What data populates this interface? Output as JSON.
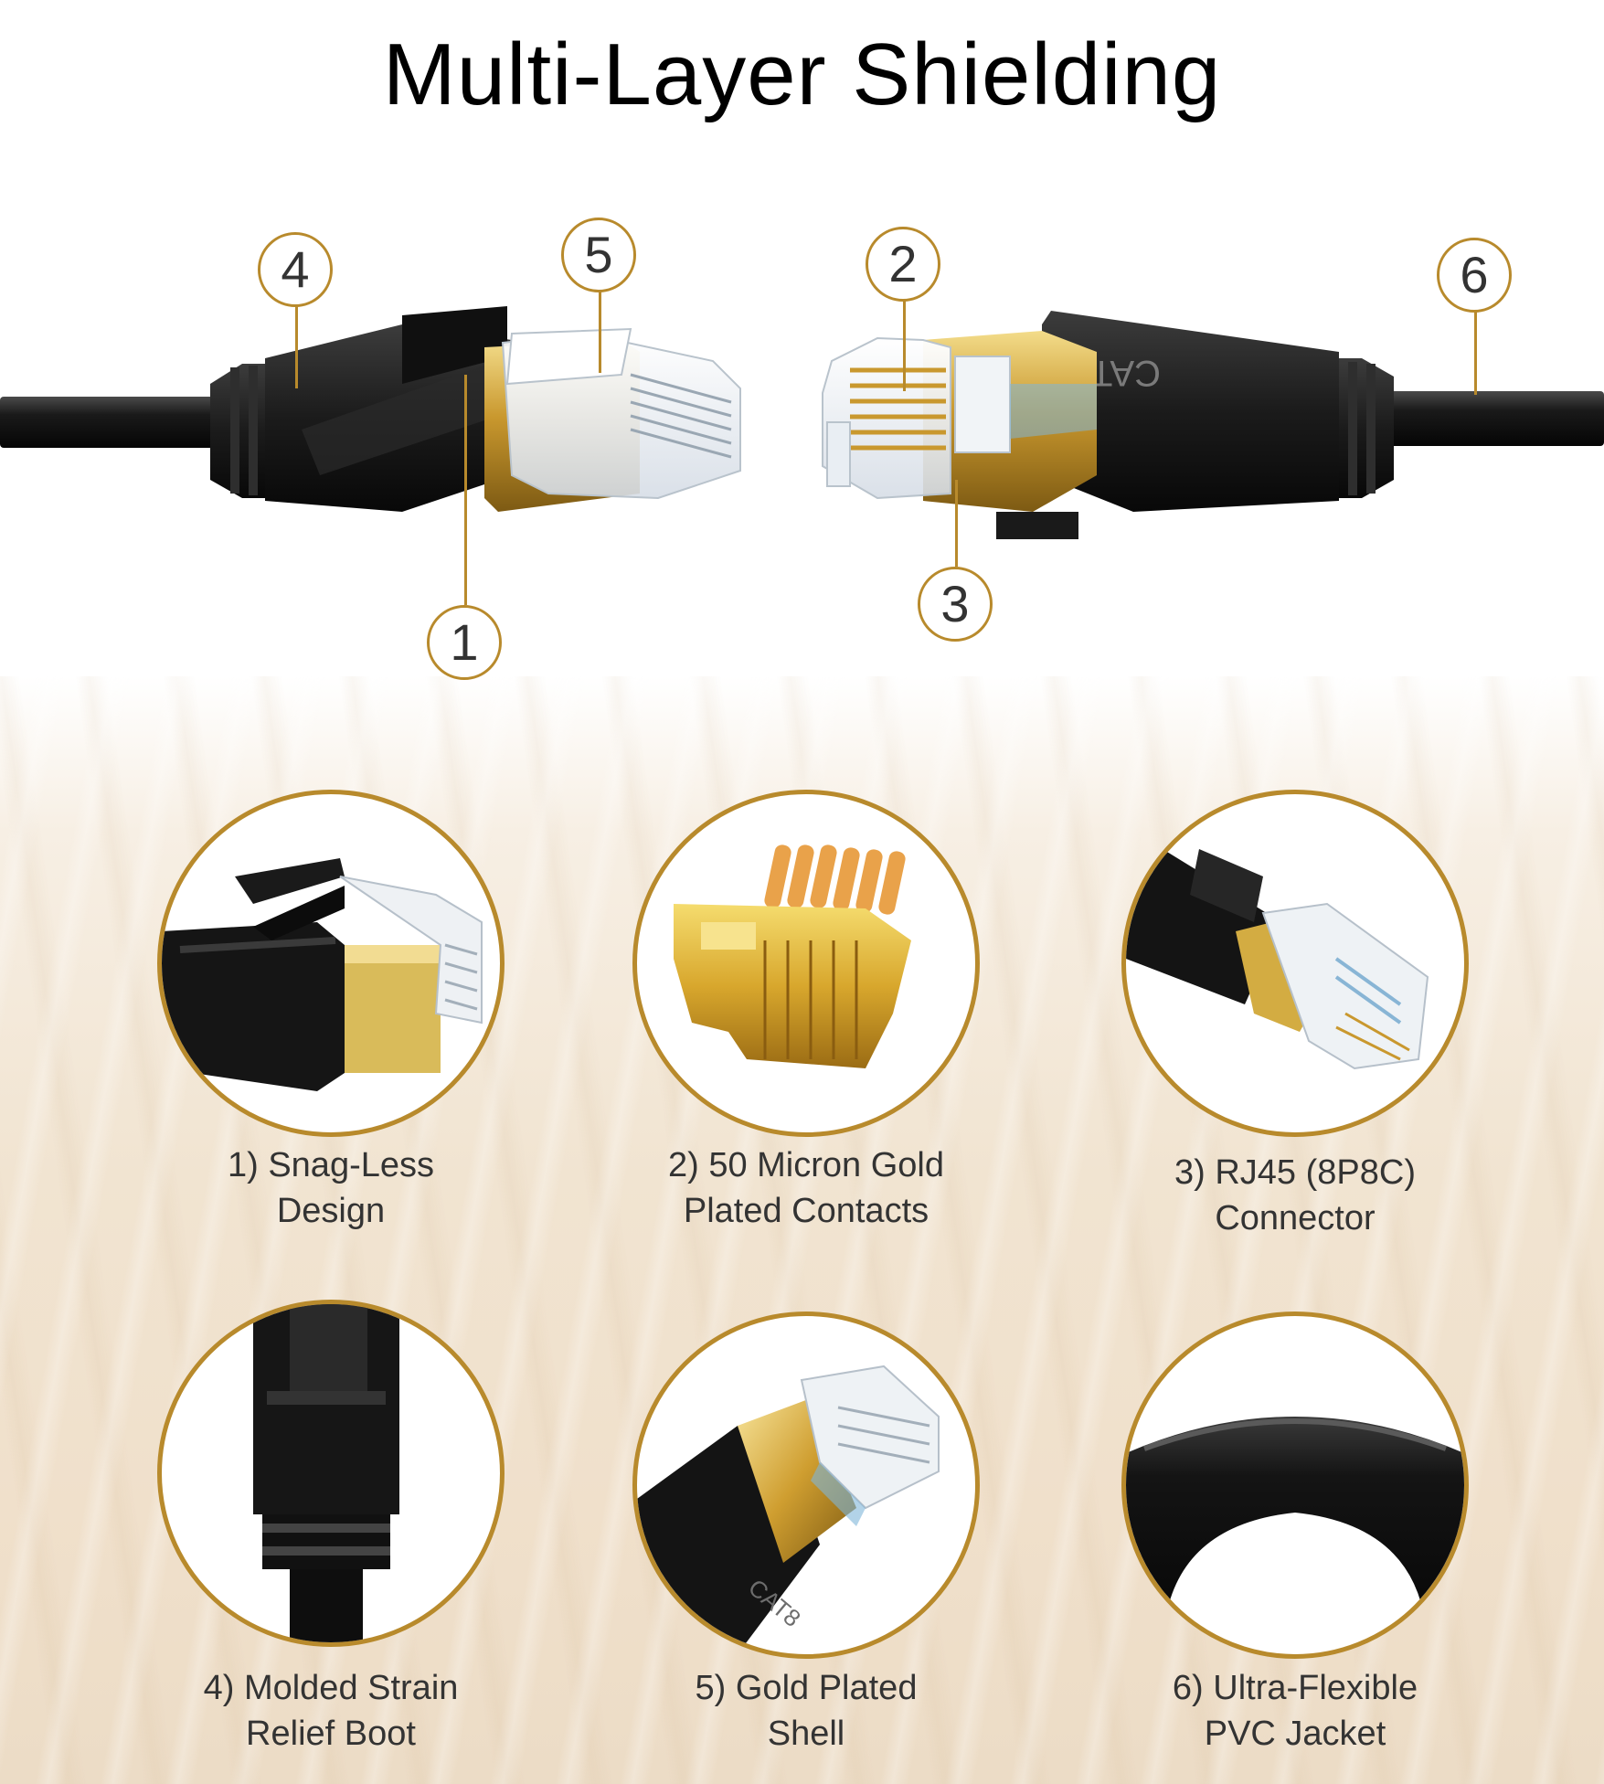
{
  "title": "Multi-Layer Shielding",
  "colors": {
    "accent": "#b88a2c",
    "cable": "#151515",
    "gold": "#d8b24a",
    "background_warm": "#f0e2cd"
  },
  "connector_label": "CAT8",
  "callouts": [
    "1",
    "2",
    "3",
    "4",
    "5",
    "6"
  ],
  "features": [
    {
      "line1": "1) Snag-Less",
      "line2": "Design",
      "icon": "snagless-clip-icon"
    },
    {
      "line1": "2) 50 Micron Gold",
      "line2": "Plated Contacts",
      "icon": "gold-contacts-icon"
    },
    {
      "line1": "3) RJ45 (8P8C)",
      "line2": "Connector",
      "icon": "rj45-connector-icon"
    },
    {
      "line1": "4) Molded Strain",
      "line2": "Relief Boot",
      "icon": "strain-relief-boot-icon"
    },
    {
      "line1": "5) Gold Plated",
      "line2": "Shell",
      "icon": "gold-shell-icon"
    },
    {
      "line1": "6) Ultra-Flexible",
      "line2": "PVC Jacket",
      "icon": "pvc-jacket-icon"
    }
  ]
}
